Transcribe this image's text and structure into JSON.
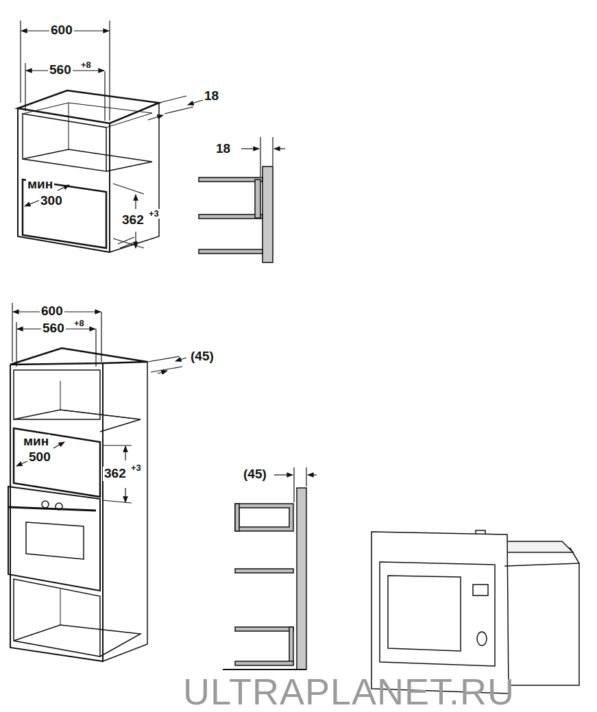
{
  "diagram": {
    "labels": [
      "600",
      "560",
      "+8",
      "18",
      "18",
      "мин",
      "300",
      "362",
      "+3",
      "600",
      "560",
      "+8",
      "(45)",
      "мин",
      "500",
      "362",
      "+3",
      "(45)",
      "ULTRAPLANET.RU"
    ]
  }
}
